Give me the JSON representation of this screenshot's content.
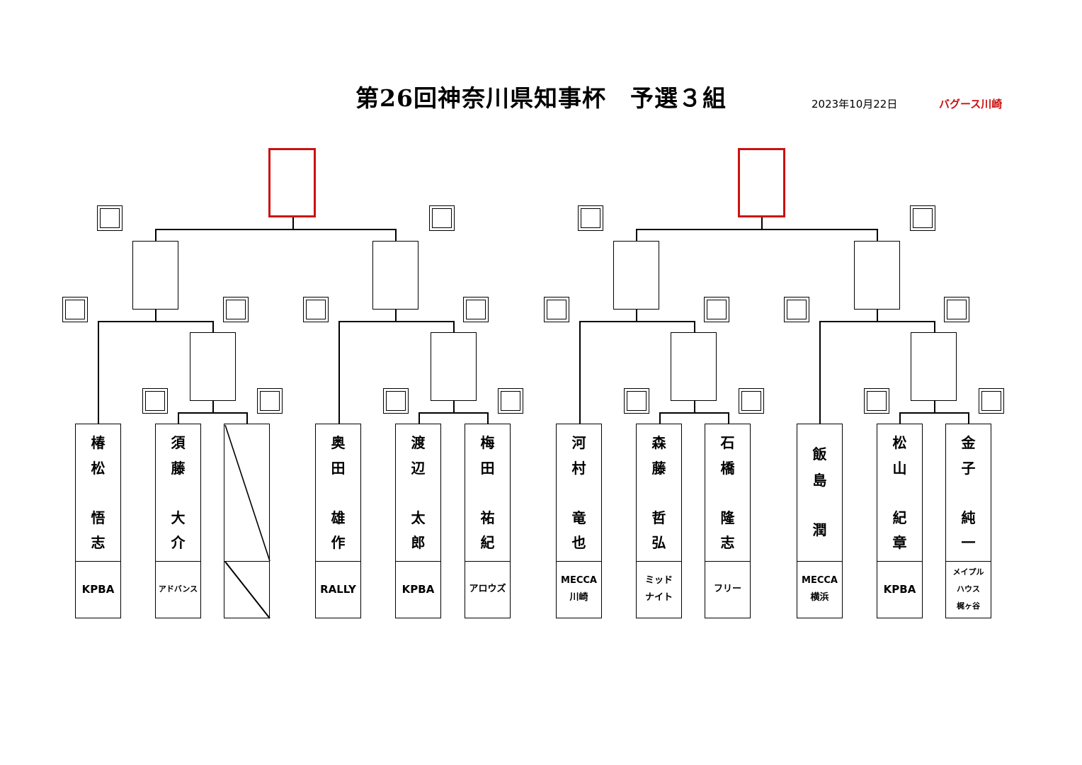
{
  "header": {
    "title": "第26回神奈川県知事杯　予選３組",
    "date": "2023年10月22日",
    "venue": "バグース川崎"
  },
  "players": [
    {
      "chars": [
        "椿",
        "松",
        "悟",
        "志"
      ],
      "club": [
        "KPBA"
      ]
    },
    {
      "chars": [
        "須",
        "藤",
        "大",
        "介"
      ],
      "club": [
        "アドバンス"
      ]
    },
    {
      "bye": true
    },
    {
      "chars": [
        "奥",
        "田",
        "雄",
        "作"
      ],
      "club": [
        "RALLY"
      ]
    },
    {
      "chars": [
        "渡",
        "辺",
        "太",
        "郎"
      ],
      "club": [
        "KPBA"
      ]
    },
    {
      "chars": [
        "梅",
        "田",
        "祐",
        "紀"
      ],
      "club": [
        "アロウズ"
      ]
    },
    {
      "chars": [
        "河",
        "村",
        "竜",
        "也"
      ],
      "club": [
        "MECCA",
        "川崎"
      ]
    },
    {
      "chars": [
        "森",
        "藤",
        "哲",
        "弘"
      ],
      "club": [
        "ミッド",
        "ナイト"
      ]
    },
    {
      "chars": [
        "石",
        "橋",
        "隆",
        "志"
      ],
      "club": [
        "フリー"
      ]
    },
    {
      "chars": [
        "飯",
        "島",
        "潤"
      ],
      "club": [
        "MECCA",
        "横浜"
      ]
    },
    {
      "chars": [
        "松",
        "山",
        "紀",
        "章"
      ],
      "club": [
        "KPBA"
      ]
    },
    {
      "chars": [
        "金",
        "子",
        "純",
        "一"
      ],
      "club": [
        "メイプル",
        "ハウス",
        "梶ヶ谷"
      ]
    }
  ]
}
